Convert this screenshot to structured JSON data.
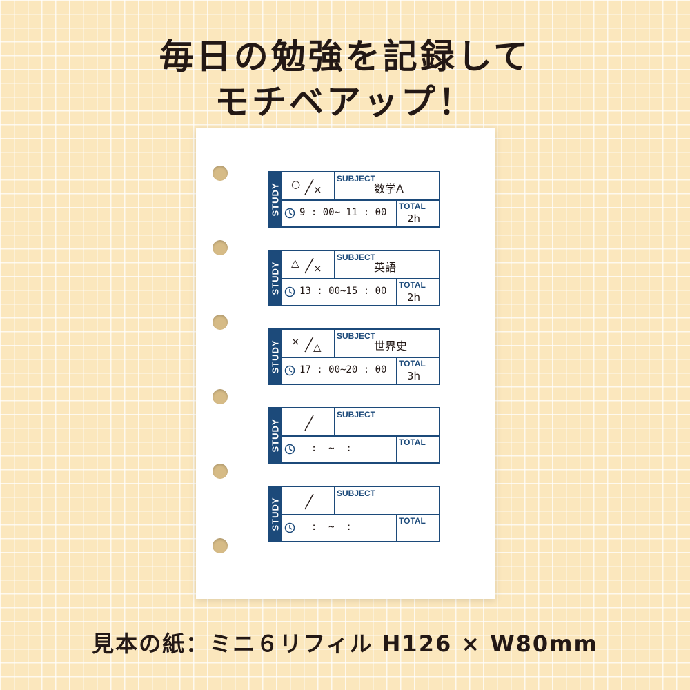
{
  "headline": {
    "line1": "毎日の勉強を記録して",
    "line2": "モチベアップ！"
  },
  "footer": "見本の紙：ミニ６リフィル H126 × W80mm",
  "card_labels": {
    "tab": "STUDY",
    "subject": "SUBJECT",
    "total": "TOTAL"
  },
  "entries": [
    {
      "mark1": "○",
      "mark2": "×",
      "subject": "数学A",
      "time": "9 : 00~ 11 : 00",
      "total": "2h"
    },
    {
      "mark1": "△",
      "mark2": "×",
      "subject": "英語",
      "time": "13 : 00~15 : 00",
      "total": "2h"
    },
    {
      "mark1": "×",
      "mark2": "△",
      "subject": "世界史",
      "time": "17 : 00~20 : 00",
      "total": "3h"
    },
    {
      "mark1": "",
      "mark2": "",
      "subject": "",
      "time": "  :  ~  :",
      "total": ""
    },
    {
      "mark1": "",
      "mark2": "",
      "subject": "",
      "time": "  :  ~  :",
      "total": ""
    }
  ],
  "colors": {
    "navy": "#1c4a7a",
    "background": "#fbe7bd",
    "hole": "#d6bb86"
  },
  "icons": {
    "clock": "clock-icon",
    "binder_hole": "binder-hole"
  }
}
